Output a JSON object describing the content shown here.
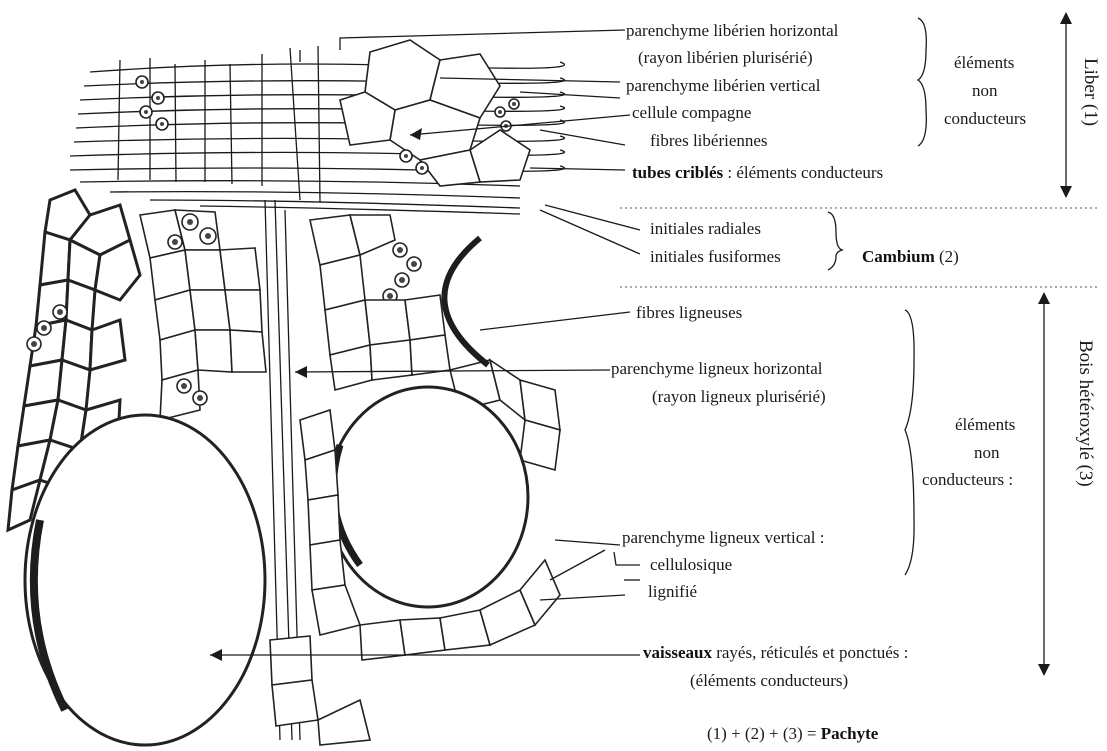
{
  "labels": {
    "parenchyme_liberien_horizontal": "parenchyme libérien horizontal",
    "rayon_liberien": "(rayon libérien plurisérié)",
    "parenchyme_liberien_vertical": "parenchyme libérien vertical",
    "cellule_compagne": "cellule compagne",
    "fibres_liberiennes": "fibres libériennes",
    "tubes_cribles_bold": "tubes criblés",
    "tubes_cribles_rest": " : éléments conducteurs",
    "elements_1": "éléments",
    "non_1": "non",
    "conducteurs_1": "conducteurs",
    "liber": "Liber (1)",
    "initiales_radiales": "initiales radiales",
    "initiales_fusiformes": "initiales fusiformes",
    "cambium_bold": "Cambium",
    "cambium_num": " (2)",
    "fibres_ligneuses": "fibres ligneuses",
    "parenchyme_ligneux_horizontal": "parenchyme ligneux horizontal",
    "rayon_ligneux": "(rayon ligneux plurisérié)",
    "elements_2": "éléments",
    "non_2": "non",
    "conducteurs_2": "conducteurs :",
    "bois": "Bois hétéroxylé (3)",
    "parenchyme_ligneux_vertical": "parenchyme ligneux vertical :",
    "cellulosique": "cellulosique",
    "lignifie": "lignifié",
    "vaisseaux_bold": "vaisseaux",
    "vaisseaux_rest": " rayés, réticulés et  ponctués :",
    "elements_conducteurs": "(éléments conducteurs)",
    "formula_prefix": "(1) + (2) + (3) = ",
    "formula_bold": "Pachyte"
  }
}
